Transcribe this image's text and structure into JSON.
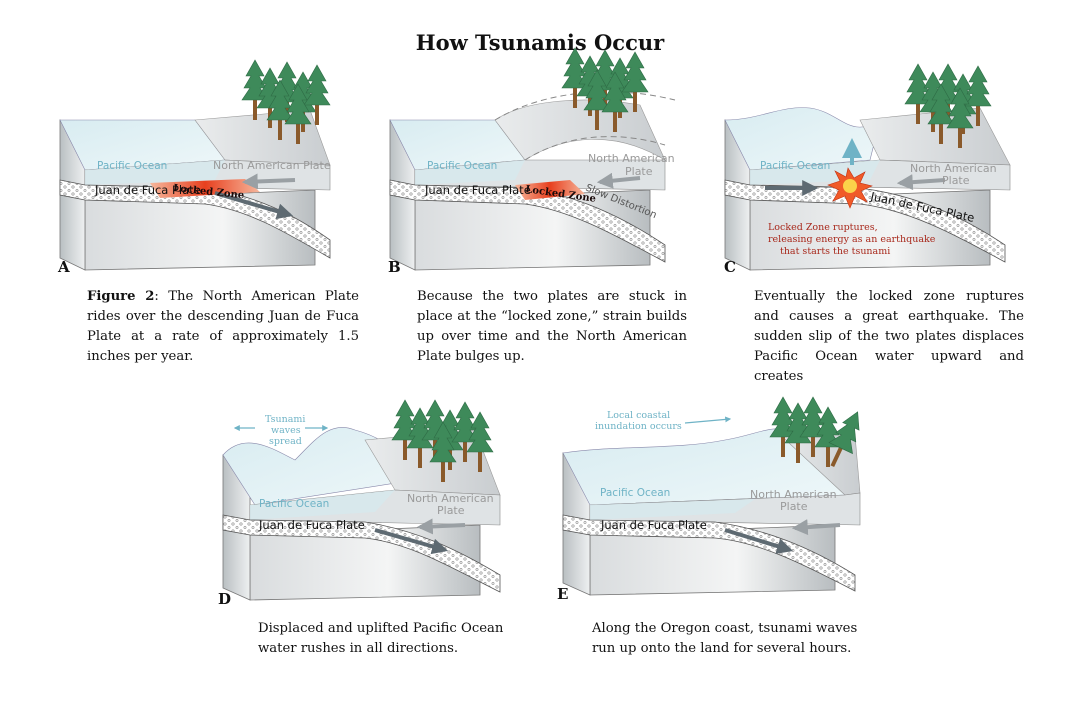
{
  "title": "How Tsunamis Occur",
  "panels": {
    "a": {
      "letter": "A",
      "labels": {
        "ocean": "Pacific Ocean",
        "plate": "North American Plate",
        "jdf": "Juan de Fuca Plate",
        "locked": "Locked Zone"
      },
      "caption_bold": "Figure 2",
      "caption": ": The North American Plate rides over the descending Juan de Fuca Plate at a rate of approximately 1.5 inches per year."
    },
    "b": {
      "letter": "B",
      "labels": {
        "ocean": "Pacific Ocean",
        "plate1": "North American",
        "plate2": "Plate",
        "jdf": "Juan de Fuca Plate",
        "locked": "Locked Zone",
        "slow": "Slow Distortion"
      },
      "caption": "Because the two plates are stuck in place at the “locked zone,” strain builds up over time and the North American Plate bulges up."
    },
    "c": {
      "letter": "C",
      "labels": {
        "ocean": "Pacific Ocean",
        "plate1": "North American",
        "plate2": "Plate",
        "jdf": "Juan de Fuca Plate",
        "rupture1": "Locked Zone ruptures,",
        "rupture2": "releasing energy as an earthquake",
        "rupture3": "that starts the tsunami"
      },
      "caption": "Eventually the locked zone ruptures and causes a great earthquake. The sudden slip of the two plates displaces Pacific Ocean water upward and creates"
    },
    "d": {
      "letter": "D",
      "labels": {
        "ocean": "Pacific Ocean",
        "plate1": "North American",
        "plate2": "Plate",
        "jdf": "Juan de Fuca Plate",
        "waves1": "Tsunami",
        "waves2": "waves",
        "waves3": "spread"
      },
      "caption": "Displaced and uplifted Pacific Ocean water rushes in all directions."
    },
    "e": {
      "letter": "E",
      "labels": {
        "ocean": "Pacific Ocean",
        "plate1": "North American",
        "plate2": "Plate",
        "jdf": "Juan de Fuca Plate",
        "inund1": "Local coastal",
        "inund2": "inundation occurs"
      },
      "caption": "Along the Oregon coast, tsunami waves run up onto the land for several hours."
    }
  },
  "colors": {
    "ocean": "#cfe6ec",
    "locked_zone": "#e8401f",
    "arrow": "#5e6a72",
    "tree_trunk": "#8a5a2b",
    "tree_foliage": "#3e8a5a",
    "label_cyan": "#6fb3c6",
    "label_red": "#a8291c"
  }
}
